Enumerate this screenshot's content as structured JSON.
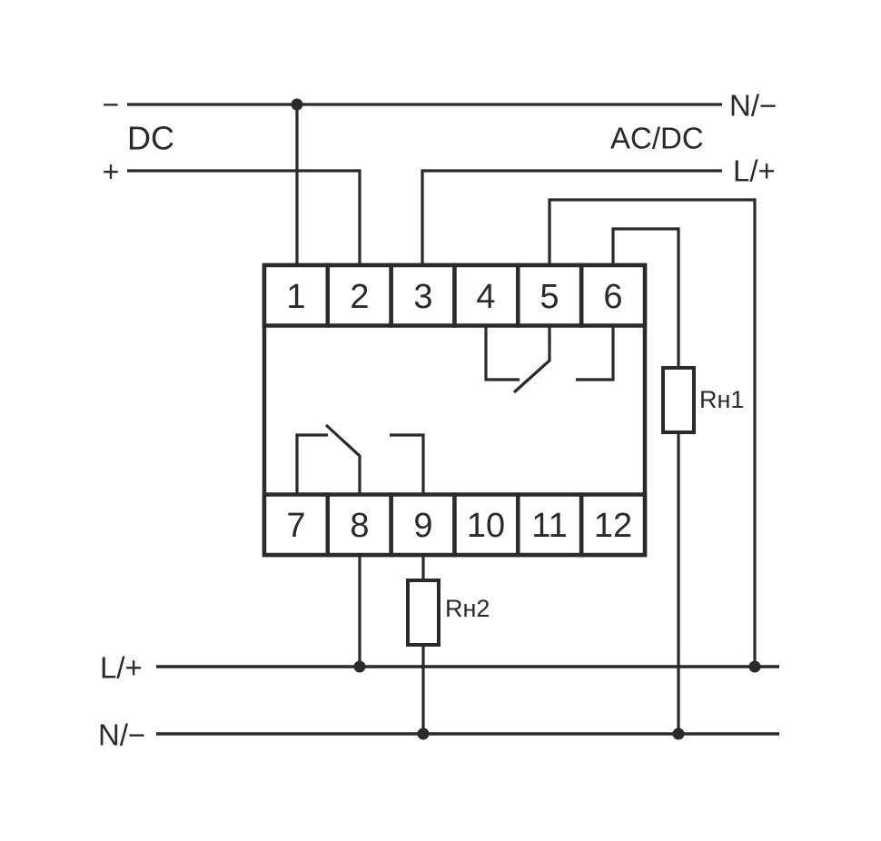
{
  "colors": {
    "ink": "#2b2a29",
    "background": "#ffffff"
  },
  "supply": {
    "dc": {
      "minus": "−",
      "label": "DC",
      "plus": "+"
    },
    "acdc": {
      "n_minus": "N/−",
      "label": "AC/DC",
      "l_plus": "L/+"
    }
  },
  "device": {
    "terminals_top": [
      "1",
      "2",
      "3",
      "4",
      "5",
      "6"
    ],
    "terminals_bottom": [
      "7",
      "8",
      "9",
      "10",
      "11",
      "12"
    ]
  },
  "loads": {
    "rh1": "Rн1",
    "rh2": "Rн2"
  },
  "output_lines": {
    "l_plus": "L/+",
    "n_minus": "N/−"
  }
}
